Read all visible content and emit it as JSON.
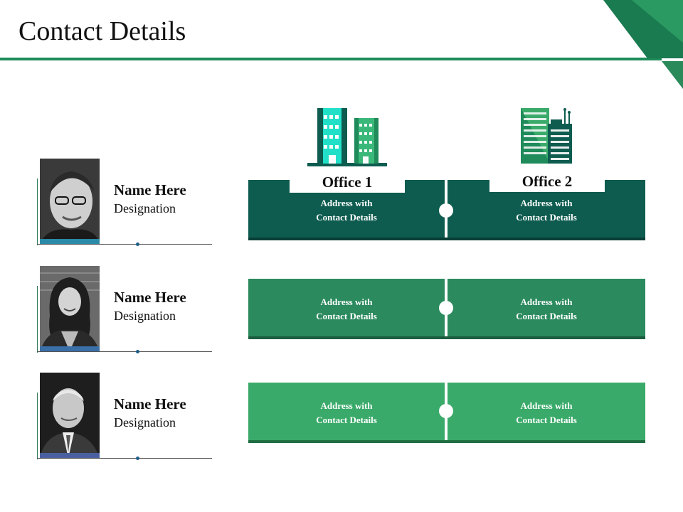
{
  "slide": {
    "title": "Contact Details"
  },
  "colors": {
    "accent": "#1f8a5a",
    "row1": "#0d5c4f",
    "row2": "#2b8a5e",
    "row3": "#3aaa6a",
    "row1_edge": "#0a3f37",
    "row2_edge": "#1b5e40",
    "row3_edge": "#1f6e42"
  },
  "offices": [
    {
      "label": "Office 1",
      "icon": "office-building-icon"
    },
    {
      "label": "Office 2",
      "icon": "office-tower-icon"
    }
  ],
  "people": [
    {
      "name": "Name Here",
      "designation": "Designation",
      "photo": "person-photo-man-glasses",
      "bar_color": "#2a8aa8"
    },
    {
      "name": "Name Here",
      "designation": "Designation",
      "photo": "person-photo-woman",
      "bar_color": "#3a6fa8"
    },
    {
      "name": "Name Here",
      "designation": "Designation",
      "photo": "person-photo-older-man",
      "bar_color": "#4a5fa0"
    }
  ],
  "rows": [
    {
      "office1": "Address with Contact Details",
      "office2": "Address with Contact Details"
    },
    {
      "office1": "Address with Contact Details",
      "office2": "Address with Contact Details"
    },
    {
      "office1": "Address with Contact Details",
      "office2": "Address with Contact Details"
    }
  ]
}
